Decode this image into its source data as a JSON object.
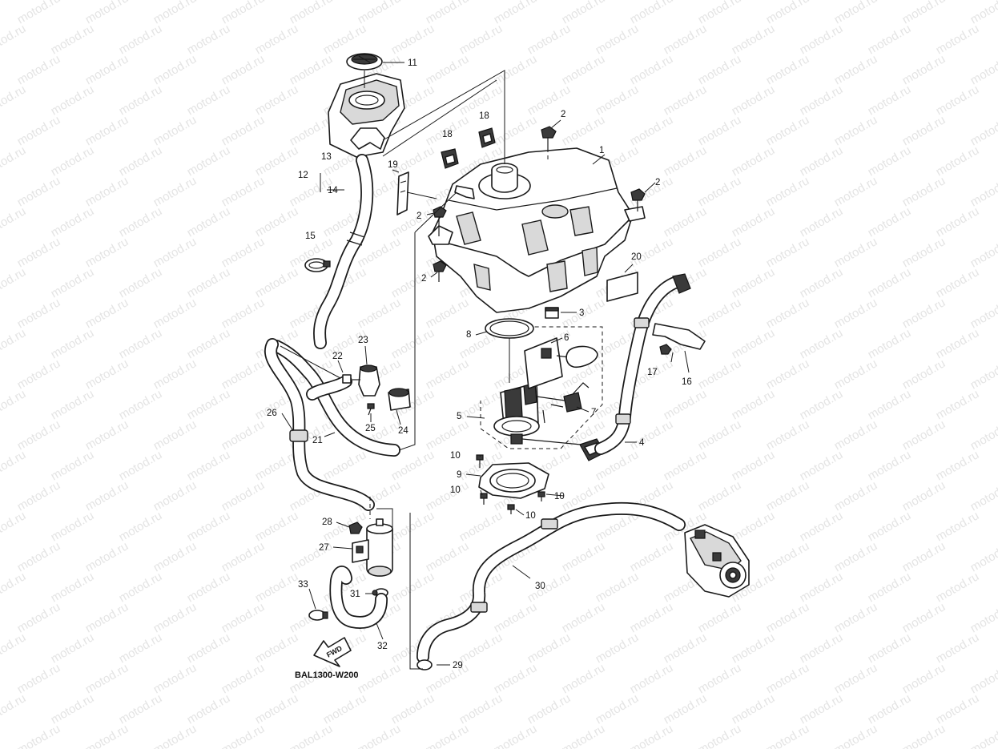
{
  "watermark": "motod.ru",
  "drawing_code": "BAL1300-W200",
  "fwd_label": "FWD",
  "callouts": [
    {
      "id": "c1",
      "text": "1"
    },
    {
      "id": "c2a",
      "text": "2"
    },
    {
      "id": "c2b",
      "text": "2"
    },
    {
      "id": "c2c",
      "text": "2"
    },
    {
      "id": "c2d",
      "text": "2"
    },
    {
      "id": "c3",
      "text": "3"
    },
    {
      "id": "c4",
      "text": "4"
    },
    {
      "id": "c5",
      "text": "5"
    },
    {
      "id": "c6",
      "text": "6"
    },
    {
      "id": "c7",
      "text": "7"
    },
    {
      "id": "c8",
      "text": "8"
    },
    {
      "id": "c9",
      "text": "9"
    },
    {
      "id": "c10a",
      "text": "10"
    },
    {
      "id": "c10b",
      "text": "10"
    },
    {
      "id": "c10c",
      "text": "10"
    },
    {
      "id": "c10d",
      "text": "10"
    },
    {
      "id": "c11",
      "text": "11"
    },
    {
      "id": "c12",
      "text": "12"
    },
    {
      "id": "c13",
      "text": "13"
    },
    {
      "id": "c14",
      "text": "14"
    },
    {
      "id": "c15",
      "text": "15"
    },
    {
      "id": "c16",
      "text": "16"
    },
    {
      "id": "c17",
      "text": "17"
    },
    {
      "id": "c18a",
      "text": "18"
    },
    {
      "id": "c18b",
      "text": "18"
    },
    {
      "id": "c19",
      "text": "19"
    },
    {
      "id": "c20",
      "text": "20"
    },
    {
      "id": "c21",
      "text": "21"
    },
    {
      "id": "c22",
      "text": "22"
    },
    {
      "id": "c23",
      "text": "23"
    },
    {
      "id": "c24",
      "text": "24"
    },
    {
      "id": "c25",
      "text": "25"
    },
    {
      "id": "c26",
      "text": "26"
    },
    {
      "id": "c27",
      "text": "27"
    },
    {
      "id": "c28",
      "text": "28"
    },
    {
      "id": "c29",
      "text": "29"
    },
    {
      "id": "c30",
      "text": "30"
    },
    {
      "id": "c31",
      "text": "31"
    },
    {
      "id": "c32",
      "text": "32"
    },
    {
      "id": "c33",
      "text": "33"
    }
  ]
}
